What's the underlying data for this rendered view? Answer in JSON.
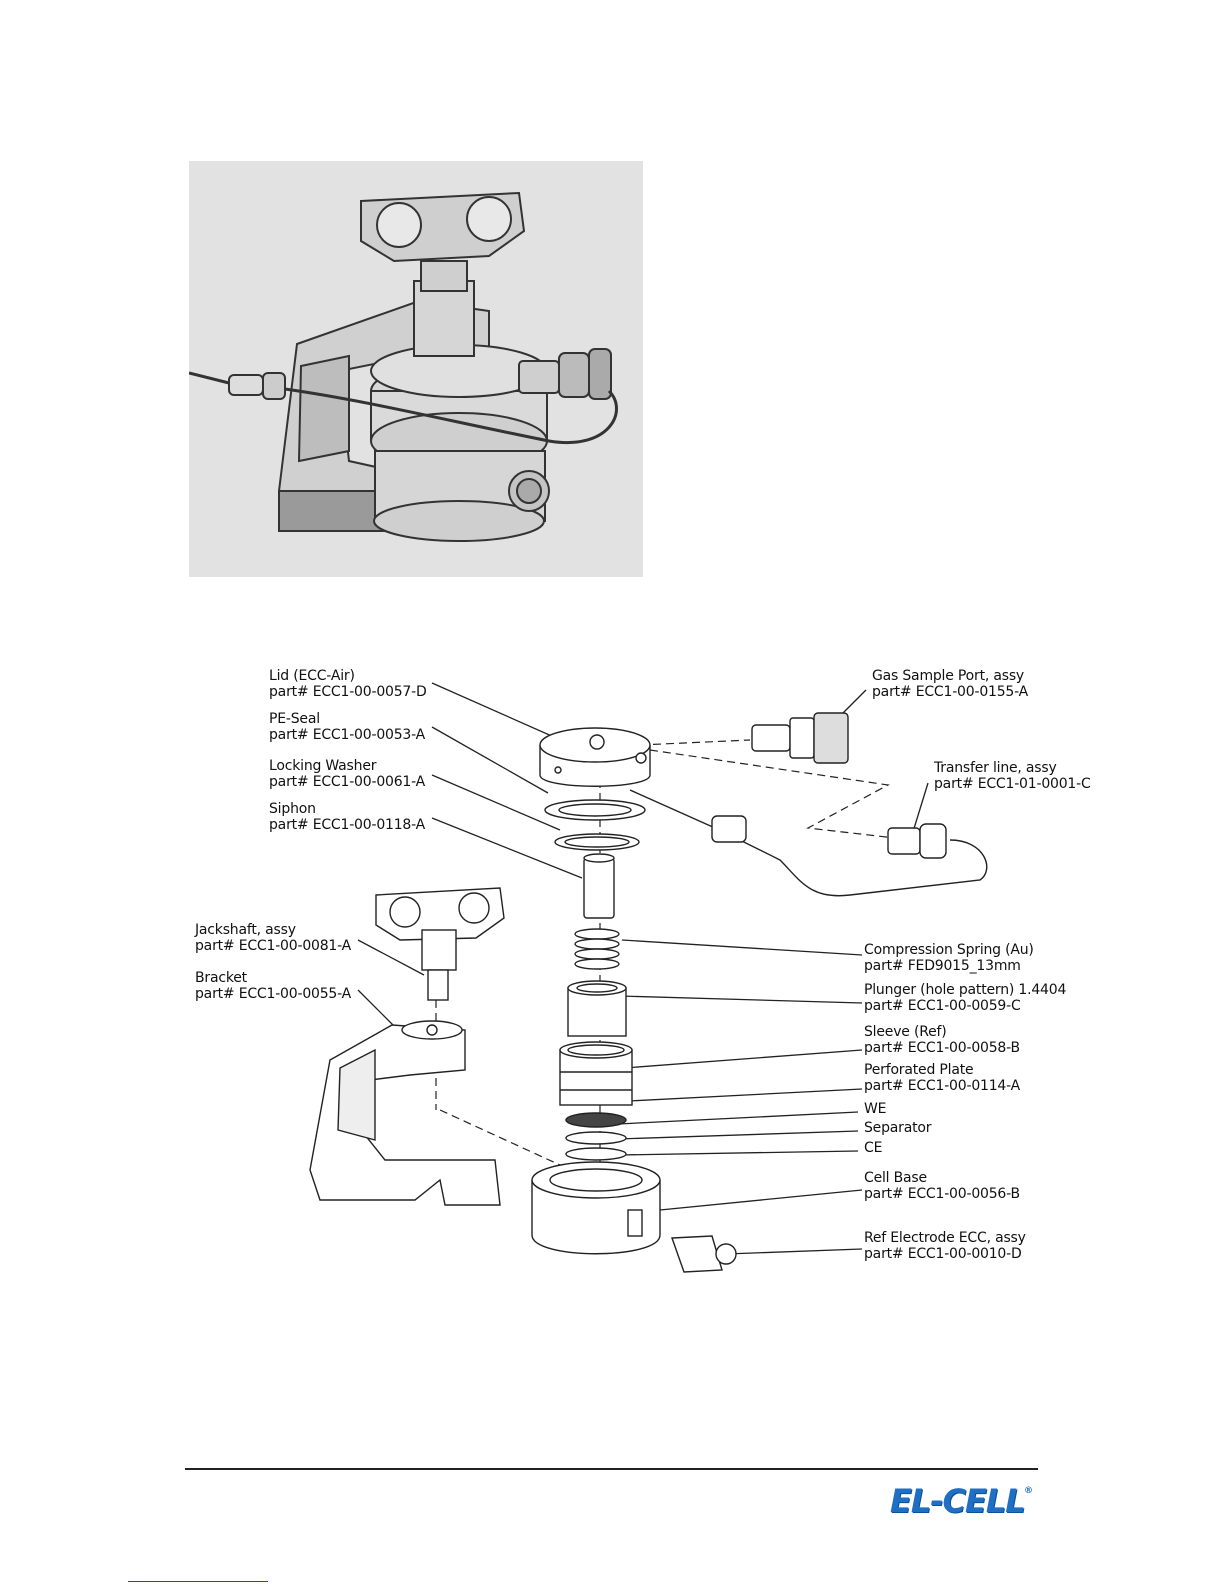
{
  "photo": {
    "alt_icon": "cell-assembly-photo"
  },
  "labels": [
    {
      "key": "lid",
      "name": "Lid (ECC-Air)",
      "part": "part# ECC1-00-0057-D"
    },
    {
      "key": "pe_seal",
      "name": "PE-Seal",
      "part": "part# ECC1-00-0053-A"
    },
    {
      "key": "locking_washer",
      "name": "Locking Washer",
      "part": "part# ECC1-00-0061-A"
    },
    {
      "key": "siphon",
      "name": "Siphon",
      "part": "part# ECC1-00-0118-A"
    },
    {
      "key": "jackshaft",
      "name": "Jackshaft, assy",
      "part": "part# ECC1-00-0081-A"
    },
    {
      "key": "bracket",
      "name": "Bracket",
      "part": "part# ECC1-00-0055-A"
    },
    {
      "key": "gas_port",
      "name": "Gas Sample Port, assy",
      "part": "part# ECC1-00-0155-A"
    },
    {
      "key": "transfer_line",
      "name": "Transfer line, assy",
      "part": "part# ECC1-01-0001-C"
    },
    {
      "key": "spring",
      "name": "Compression Spring (Au)",
      "part": "part# FED9015_13mm"
    },
    {
      "key": "plunger",
      "name": "Plunger (hole pattern) 1.4404",
      "part": "part# ECC1-00-0059-C"
    },
    {
      "key": "sleeve",
      "name": "Sleeve (Ref)",
      "part": "part# ECC1-00-0058-B"
    },
    {
      "key": "perforated_plate",
      "name": "Perforated Plate",
      "part": "part# ECC1-00-0114-A"
    },
    {
      "key": "we",
      "name": "WE",
      "part": ""
    },
    {
      "key": "separator",
      "name": "Separator",
      "part": ""
    },
    {
      "key": "ce",
      "name": "CE",
      "part": ""
    },
    {
      "key": "cell_base",
      "name": "Cell Base",
      "part": "part# ECC1-00-0056-B"
    },
    {
      "key": "ref_electrode",
      "name": "Ref Electrode ECC, assy",
      "part": "part# ECC1-00-0010-D"
    }
  ],
  "footer": {
    "logo": "EL-CELL",
    "registered": "®",
    "logo_color": "#1f6fc4"
  }
}
